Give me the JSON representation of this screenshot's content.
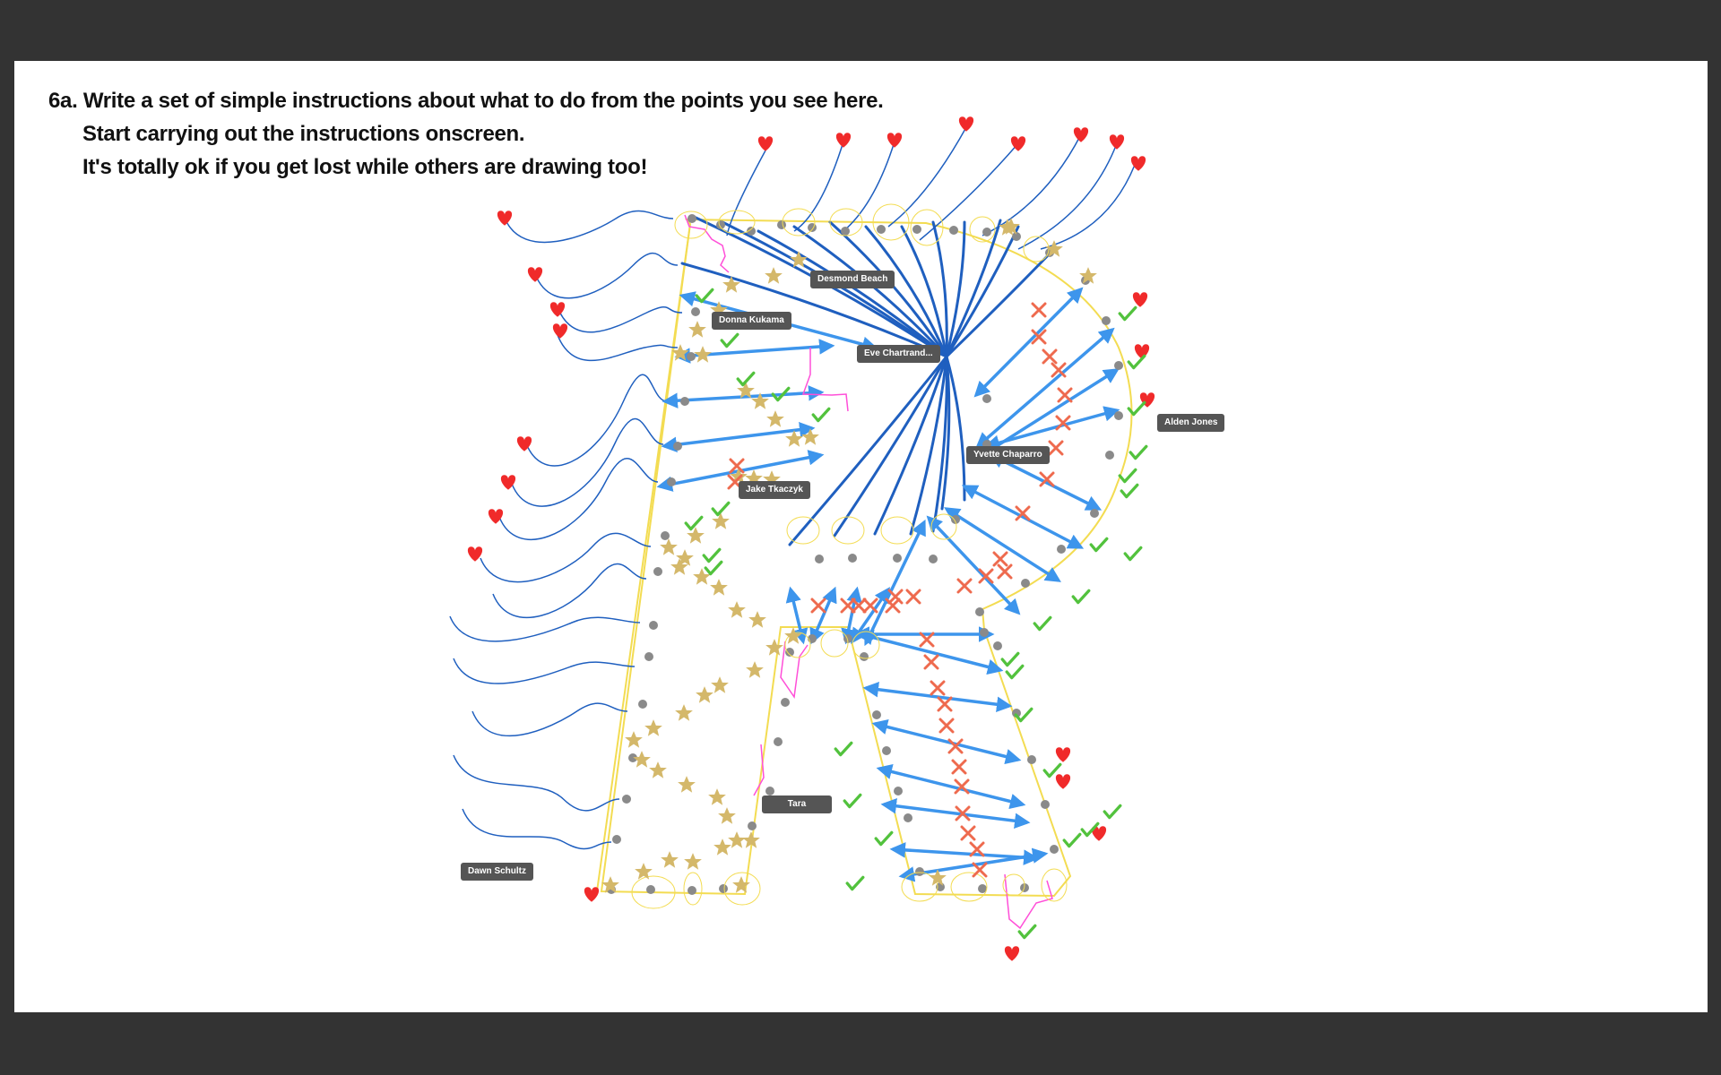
{
  "prompt": {
    "line1": "6a. Write a set of simple instructions about what to do from the points you see here.",
    "line2": "Start carrying out the instructions onscreen.",
    "line3": "It's totally ok if you get lost while others are drawing too!"
  },
  "cursors": [
    {
      "id": "desmond",
      "name": "Desmond Beach"
    },
    {
      "id": "donna",
      "name": "Donna Kukama"
    },
    {
      "id": "eve",
      "name": "Eve Chartrand..."
    },
    {
      "id": "alden",
      "name": "Alden Jones"
    },
    {
      "id": "yvette",
      "name": "Yvette Chaparro"
    },
    {
      "id": "jake",
      "name": "Jake Tkaczyk"
    },
    {
      "id": "tara",
      "name": "Tara"
    },
    {
      "id": "dawn",
      "name": "Dawn Schultz"
    }
  ],
  "colors": {
    "background": "#333333",
    "slide": "#ffffff",
    "outline": "#f3dc52",
    "dot": "#8a8a8a",
    "curve": "#1f5fbf",
    "arrow": "#3d95ec",
    "cross": "#ee6a4e",
    "check": "#52c23d",
    "star": "#d4b86a",
    "heart": "#f02a2a",
    "pink": "#ff4fd8",
    "label_bg": "#555555"
  },
  "icons": [
    "heart-icon",
    "star-icon",
    "check-icon",
    "cross-icon",
    "arrow-icon"
  ]
}
